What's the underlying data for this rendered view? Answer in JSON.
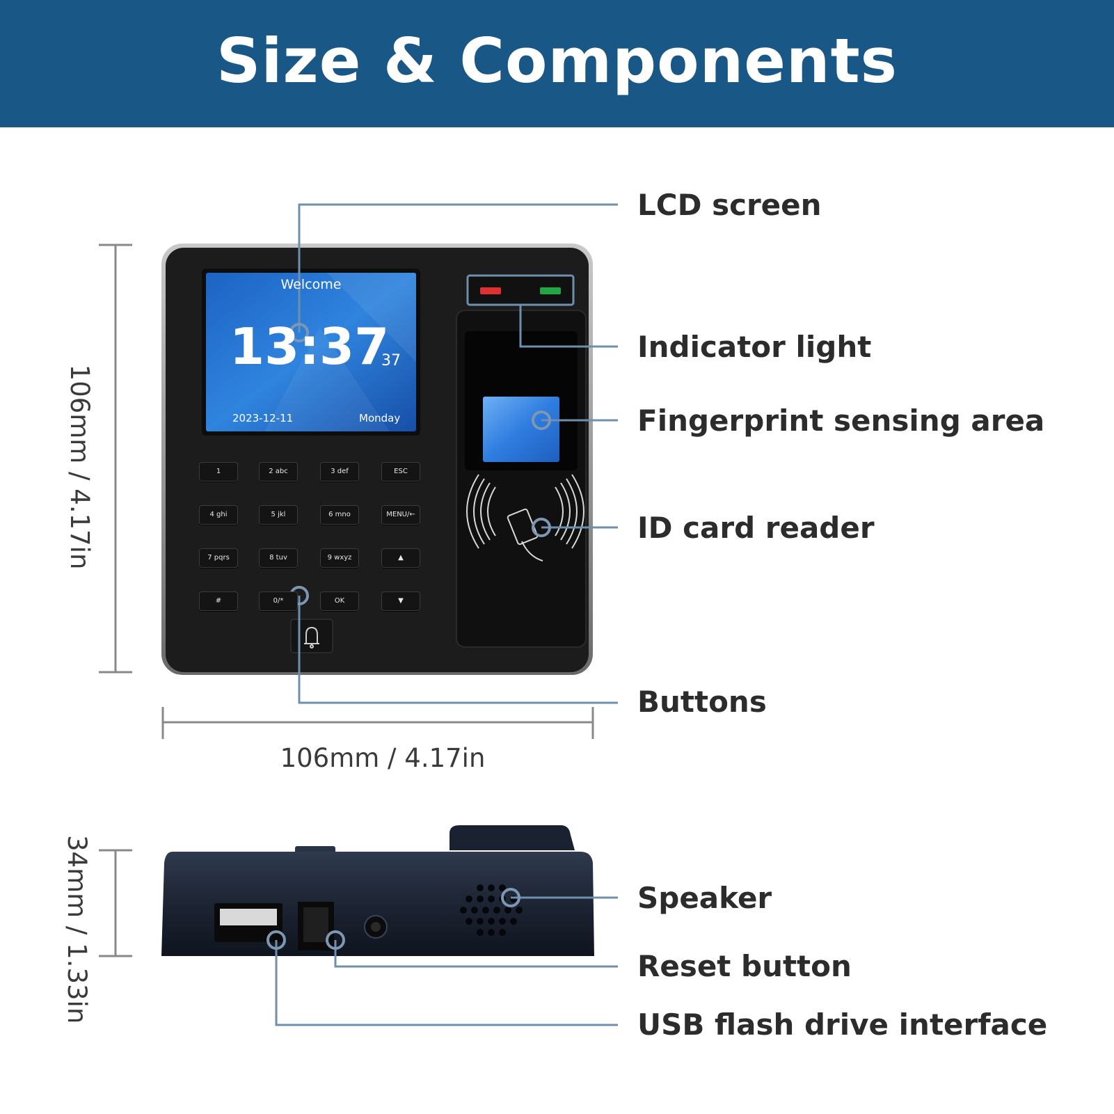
{
  "header": {
    "title": "Size & Components"
  },
  "screen": {
    "welcome": "Welcome",
    "time": "13:37",
    "seconds": "37",
    "date": "2023-12-11",
    "weekday": "Monday"
  },
  "keypad": {
    "keys": [
      "1",
      "2 abc",
      "3 def",
      "ESC",
      "4 ghi",
      "5 jkl",
      "6 mno",
      "MENU/←",
      "7 pqrs",
      "8 tuv",
      "9 wxyz",
      "▲",
      "#",
      "0/*",
      "OK",
      "▼"
    ],
    "doorbell_icon": "bell-icon"
  },
  "indicator_colors": {
    "red": "#e03030",
    "green": "#21a845"
  },
  "callouts": {
    "lcd_screen": "LCD screen",
    "indicator_light": "Indicator light",
    "fingerprint_area": "Fingerprint sensing area",
    "id_card_reader": "ID card reader",
    "buttons": "Buttons",
    "speaker": "Speaker",
    "reset_button": "Reset button",
    "usb_interface": "USB flash drive interface"
  },
  "dimensions": {
    "height": "106mm / 4.17in",
    "width": "106mm / 4.17in",
    "depth": "34mm / 1.33in"
  },
  "colors": {
    "header": "#195886",
    "leader_line": "#6f8fae",
    "device_body": "#1c1c1c"
  }
}
